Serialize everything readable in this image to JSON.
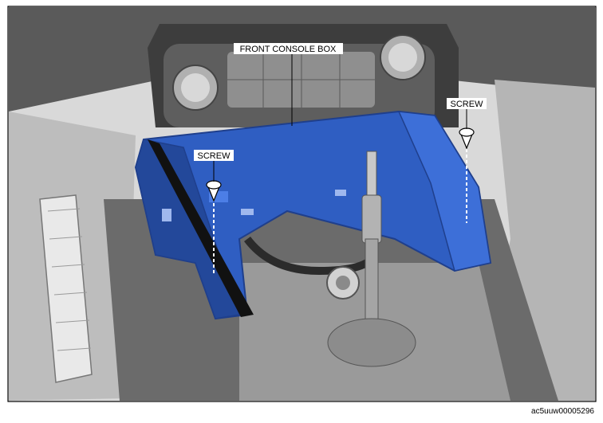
{
  "diagram": {
    "callouts": {
      "console_box": "FRONT CONSOLE BOX",
      "screw_left": "SCREW",
      "screw_right": "SCREW"
    },
    "figure_code": "ac5uuw00005296"
  },
  "colors": {
    "part_blue": "#2f5ec2",
    "part_blue_dark": "#1f3f8c",
    "interior_dark": "#4a4a4a",
    "interior_mid": "#8a8a8a",
    "interior_light": "#cfcfcf"
  }
}
